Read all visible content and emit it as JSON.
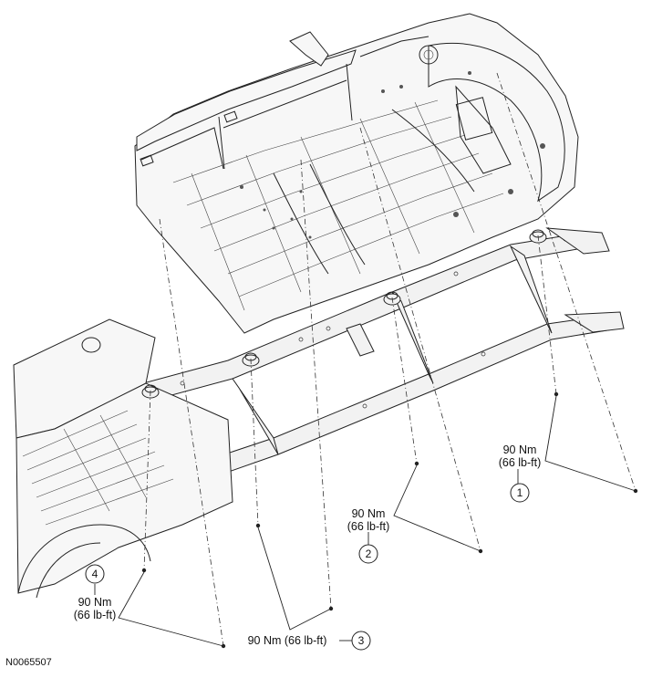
{
  "callouts": [
    {
      "number": "1",
      "torque": "90 Nm",
      "torque_imperial": "(66 lb-ft)"
    },
    {
      "number": "2",
      "torque": "90 Nm",
      "torque_imperial": "(66 lb-ft)"
    },
    {
      "number": "3",
      "torque": "90 Nm (66 lb-ft)"
    },
    {
      "number": "4",
      "torque": "90 Nm",
      "torque_imperial": "(66 lb-ft)"
    }
  ],
  "document_id": "N0065507"
}
